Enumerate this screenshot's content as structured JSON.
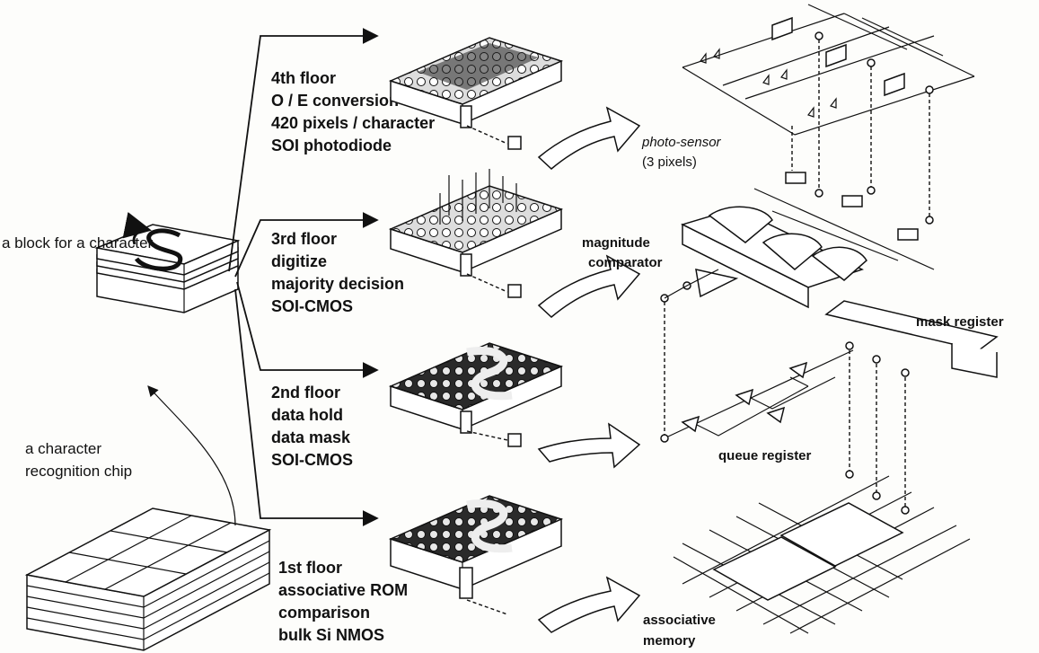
{
  "left": {
    "block_label": "a block for a character",
    "chip_label_1": "a character",
    "chip_label_2": "recognition chip"
  },
  "floors": [
    {
      "lines": [
        "4th floor",
        "O / E conversion",
        "420 pixels / character",
        "SOI photodiode"
      ]
    },
    {
      "lines": [
        "3rd floor",
        "digitize",
        "majority decision",
        "SOI-CMOS"
      ]
    },
    {
      "lines": [
        "2nd floor",
        "data hold",
        "data mask",
        "SOI-CMOS"
      ]
    },
    {
      "lines": [
        "1st floor",
        "associative ROM",
        "comparison",
        "bulk Si NMOS"
      ]
    }
  ],
  "circuits": {
    "photo_sensor_1": "photo-sensor",
    "photo_sensor_2": "(3 pixels)",
    "magnitude_1": "magnitude",
    "magnitude_2": "comparator",
    "mask_register": "mask register",
    "queue_register": "queue register",
    "assoc_1": "associative",
    "assoc_2": "memory"
  }
}
